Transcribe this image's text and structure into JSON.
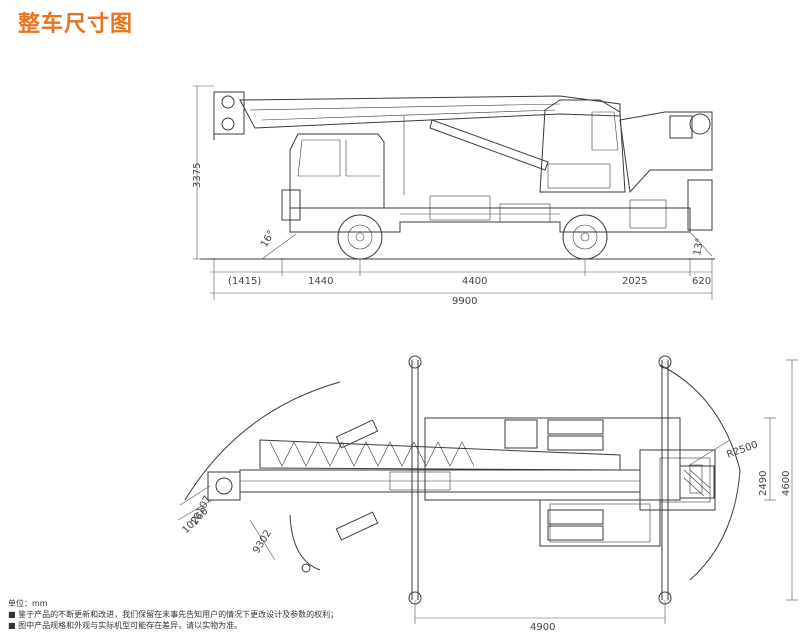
{
  "title": "整车尺寸图",
  "side_view": {
    "height": "3375",
    "approach_angle": "16°",
    "departure_angle": "13°",
    "dims": [
      "(1415)",
      "1440",
      "4400",
      "2025",
      "620"
    ],
    "total_length": "9900"
  },
  "top_view": {
    "turn_radius": "R2500",
    "width_inner": "2490",
    "width_outer": "4600",
    "outrigger_span": "4900",
    "radius_1": "10107",
    "radius_2": "10260",
    "radius_3": "9302"
  },
  "notes": {
    "unit": "单位：mm",
    "line1": "鉴于产品的不断更新和改进，我们保留在未事先告知用户的情况下更改设计及参数的权利；",
    "line2": "图中产品规格和外观与实际机型可能存在差异，请以实物为准。"
  },
  "colors": {
    "accent": "#e8731e"
  }
}
